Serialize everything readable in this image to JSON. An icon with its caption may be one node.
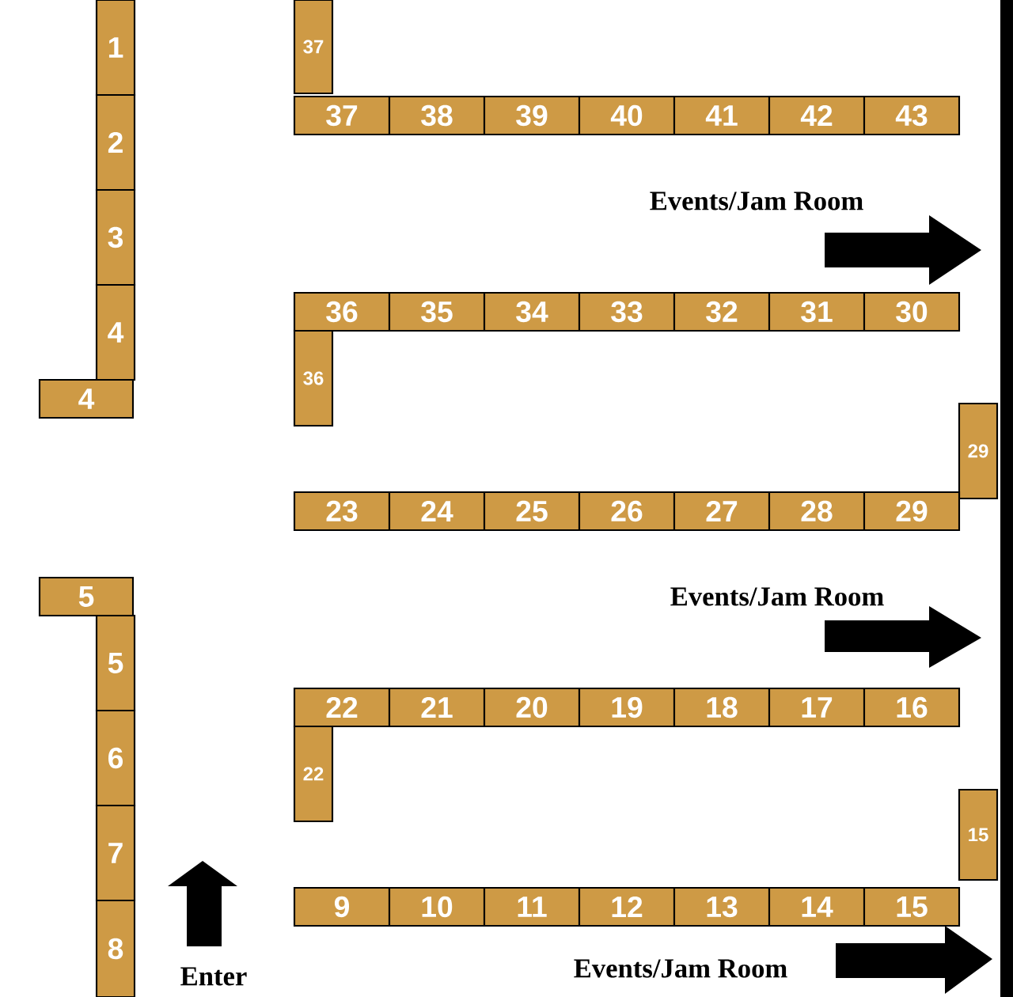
{
  "diagram": {
    "nodes": [
      {
        "text": [
          "1"
        ]
      },
      {
        "text": [
          "2"
        ]
      },
      {
        "text": [
          "3"
        ]
      },
      {
        "text": [
          "4"
        ]
      },
      {
        "text": [
          "4"
        ]
      },
      {
        "text": [
          "37"
        ]
      },
      {
        "text": [
          "37"
        ]
      },
      {
        "text": [
          "38"
        ]
      },
      {
        "text": [
          "39"
        ]
      },
      {
        "text": [
          "40"
        ]
      },
      {
        "text": [
          "41"
        ]
      },
      {
        "text": [
          "42"
        ]
      },
      {
        "text": [
          "43"
        ]
      },
      {
        "text": [
          "36"
        ]
      },
      {
        "text": [
          "35"
        ]
      },
      {
        "text": [
          "34"
        ]
      },
      {
        "text": [
          "33"
        ]
      },
      {
        "text": [
          "32"
        ]
      },
      {
        "text": [
          "31"
        ]
      },
      {
        "text": [
          "30"
        ]
      },
      {
        "text": [
          "36"
        ]
      },
      {
        "text": [
          "29"
        ]
      },
      {
        "text": [
          "23"
        ]
      },
      {
        "text": [
          "24"
        ]
      },
      {
        "text": [
          "25"
        ]
      },
      {
        "text": [
          "26"
        ]
      },
      {
        "text": [
          "27"
        ]
      },
      {
        "text": [
          "28"
        ]
      },
      {
        "text": [
          "29"
        ]
      },
      {
        "text": [
          "5"
        ]
      },
      {
        "text": [
          "5"
        ]
      },
      {
        "text": [
          "6"
        ]
      },
      {
        "text": [
          "7"
        ]
      },
      {
        "text": [
          "8"
        ]
      },
      {
        "text": [
          "22"
        ]
      },
      {
        "text": [
          "21"
        ]
      },
      {
        "text": [
          "20"
        ]
      },
      {
        "text": [
          "19"
        ]
      },
      {
        "text": [
          "18"
        ]
      },
      {
        "text": [
          "17"
        ]
      },
      {
        "text": [
          "16"
        ]
      },
      {
        "text": [
          "22"
        ]
      },
      {
        "text": [
          "15"
        ]
      },
      {
        "text": [
          "9"
        ]
      },
      {
        "text": [
          "10"
        ]
      },
      {
        "text": [
          "11"
        ]
      },
      {
        "text": [
          "12"
        ]
      },
      {
        "text": [
          "13"
        ]
      },
      {
        "text": [
          "14"
        ]
      },
      {
        "text": [
          "15"
        ]
      }
    ],
    "labels": [
      "Events/Jam Room",
      "Events/Jam Room",
      "Enter",
      "Events/Jam Room"
    ]
  }
}
